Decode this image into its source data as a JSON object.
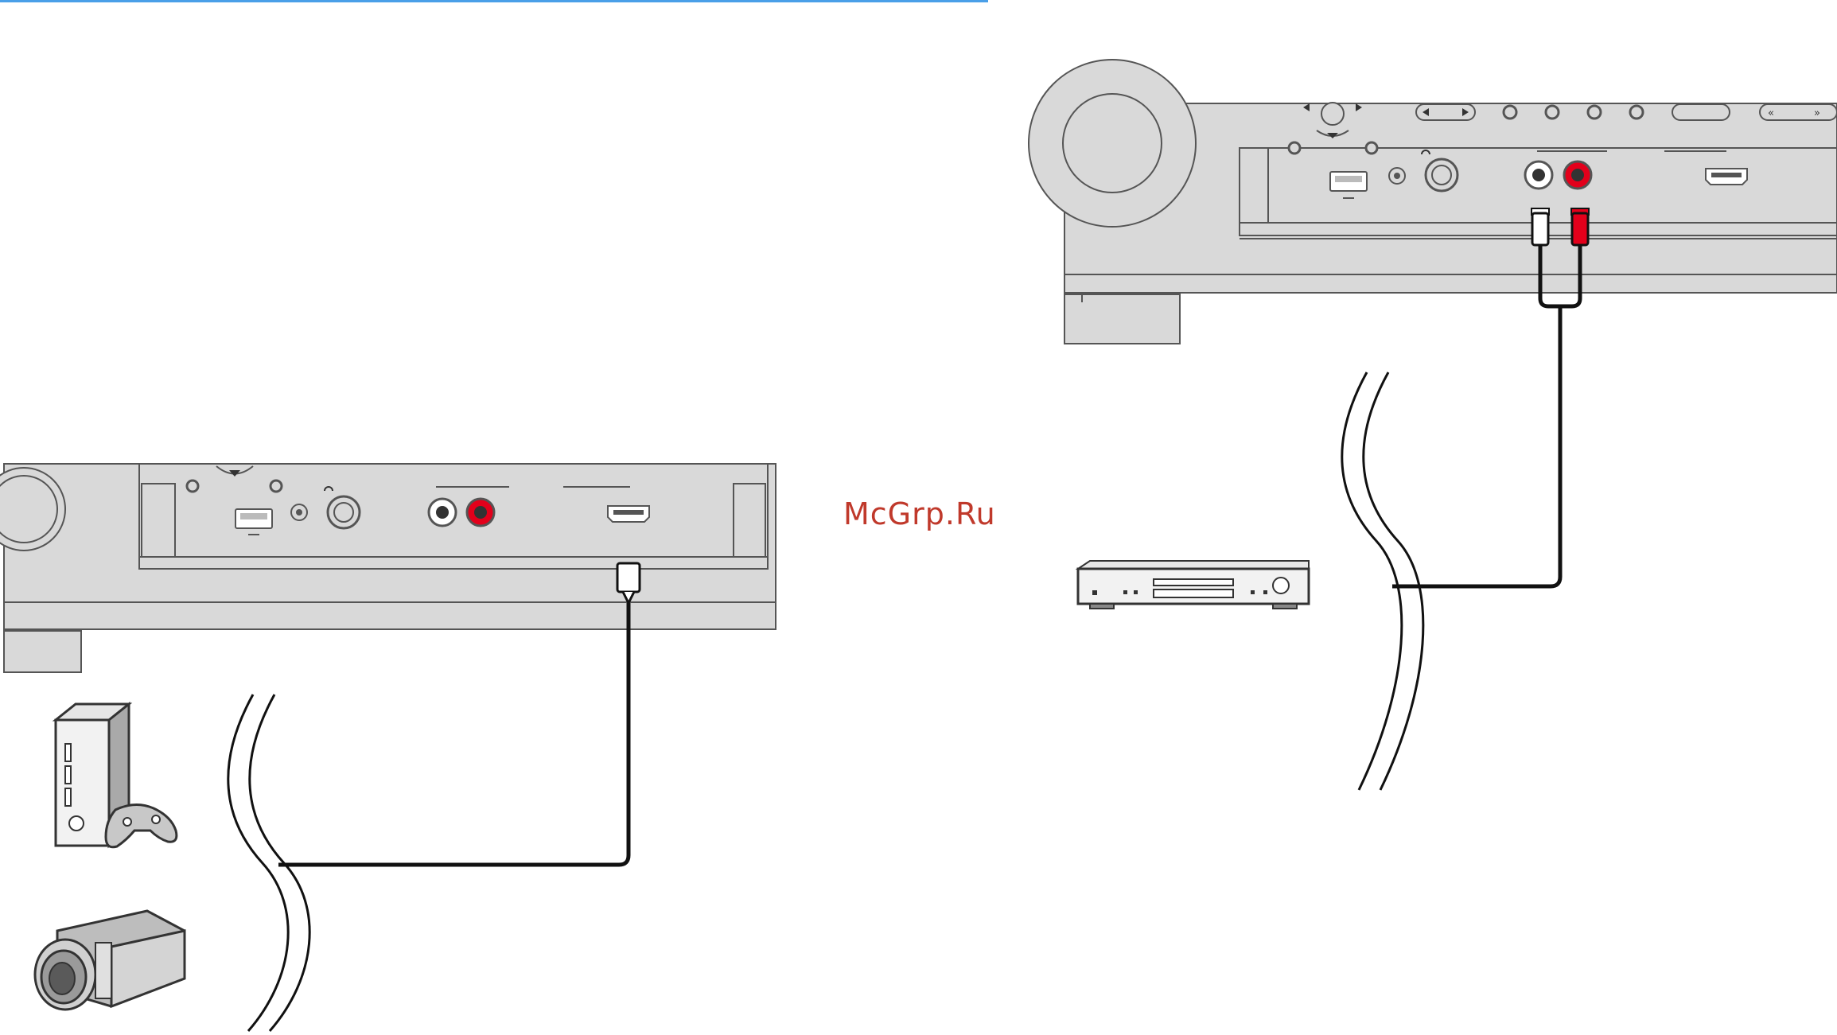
{
  "page": {
    "background": "#ffffff",
    "rule_color": "#4a9fe8"
  },
  "watermark": {
    "text": "McGrp.Ru",
    "color": "#c0392b"
  },
  "colors": {
    "panel": "#d9d9d9",
    "panel_edge": "#555555",
    "cable": "#111111",
    "rca_red": "#e3001b",
    "rca_white": "#ffffff"
  },
  "diagrams": [
    {
      "name": "hdmi-front-connection",
      "icons": [
        "receiver-front-panel",
        "hdmi-plug",
        "game-console-icon",
        "camcorder-icon",
        "cable-break-icon"
      ]
    },
    {
      "name": "analog-audio-front-connection",
      "icons": [
        "receiver-front-panel",
        "rca-plug-white",
        "rca-plug-red",
        "cd-player-icon",
        "cable-break-icon"
      ]
    }
  ]
}
